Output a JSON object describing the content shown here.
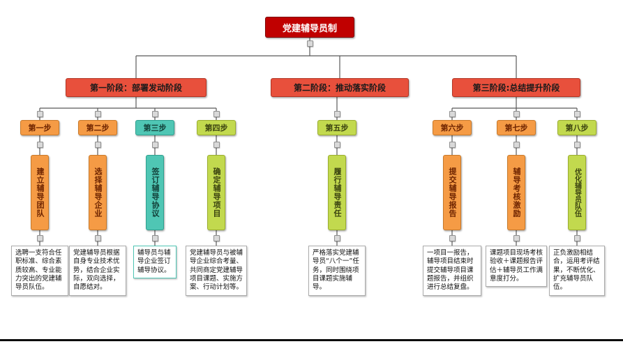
{
  "palette": {
    "root_red": "#C00000",
    "phase_orange_red": "#E8503C",
    "step_orange": "#F59B45",
    "step_teal": "#4FC6B4",
    "step_green": "#C2D94E",
    "connector_gray": "#D9D9D9",
    "line_gray": "#595959"
  },
  "root": {
    "label": "党建辅导员制"
  },
  "phases": [
    {
      "label": "第一阶段：部署发动阶段"
    },
    {
      "label": "第二阶段：推动落实阶段"
    },
    {
      "label": "第三阶段:总结提升阶段"
    }
  ],
  "steps": [
    {
      "label": "第一步",
      "color": "#F59B45",
      "vertical_label": "建立辅导团队",
      "description": "选聘一支符合任职标准、综合素质较高、专业能力突出的党建辅导员队伍。"
    },
    {
      "label": "第二步",
      "color": "#F59B45",
      "vertical_label": "选择辅导企业",
      "description": "党建辅导员根据自身专业技术优势，结合企业实际，双向选择，自愿结对。"
    },
    {
      "label": "第三步",
      "color": "#4FC6B4",
      "vertical_label": "签订辅导协议",
      "description": "辅导员与辅导企业签订辅导协议。"
    },
    {
      "label": "第四步",
      "color": "#C2D94E",
      "vertical_label": "确定辅导项目",
      "description": "党建辅导员与被辅导企业综合考量、共同商定党建辅导项目课题、实施方案、行动计划等。"
    },
    {
      "label": "第五步",
      "color": "#C2D94E",
      "vertical_label": "履行辅导责任",
      "description": "严格落实党建辅导员“八个一”任务，同时围绕项目课题实施辅导。"
    },
    {
      "label": "第六步",
      "color": "#F59B45",
      "vertical_label": "提交辅导报告",
      "description": "一项目一报告，辅导项目结束时提交辅导项目课题报告，并组织进行总结复盘。"
    },
    {
      "label": "第七步",
      "color": "#F59B45",
      "vertical_label": "辅导考核激励",
      "description": "课题项目现场考核验收＋课题报告评估＋辅导员工作满意度打分。"
    },
    {
      "label": "第八步",
      "color": "#C2D94E",
      "vertical_label": "优化辅导员队伍",
      "description": "正负激励相结合，运用考评结果，不断优化、扩充辅导员队伍。"
    }
  ]
}
